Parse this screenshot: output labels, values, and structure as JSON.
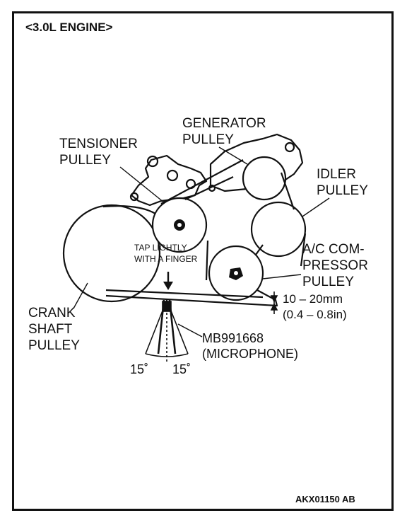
{
  "header": {
    "title": "<3.0L ENGINE>"
  },
  "labels": {
    "generator": [
      "GENERATOR",
      "PULLEY"
    ],
    "tensioner": [
      "TENSIONER",
      "PULLEY"
    ],
    "idler": [
      "IDLER",
      "PULLEY"
    ],
    "tap": [
      "TAP LIGHTLY",
      "WITH A FINGER"
    ],
    "ac": [
      "A/C COM-",
      "PRESSOR",
      "PULLEY"
    ],
    "deflection": [
      "10 – 20mm",
      "(0.4 – 0.8in)"
    ],
    "crank": [
      "CRANK",
      "SHAFT",
      "PULLEY"
    ],
    "tool": [
      "MB991668",
      "(MICROPHONE)"
    ],
    "angle_left": "15˚",
    "angle_right": "15˚"
  },
  "footer": {
    "code": "AKX01150 AB"
  }
}
